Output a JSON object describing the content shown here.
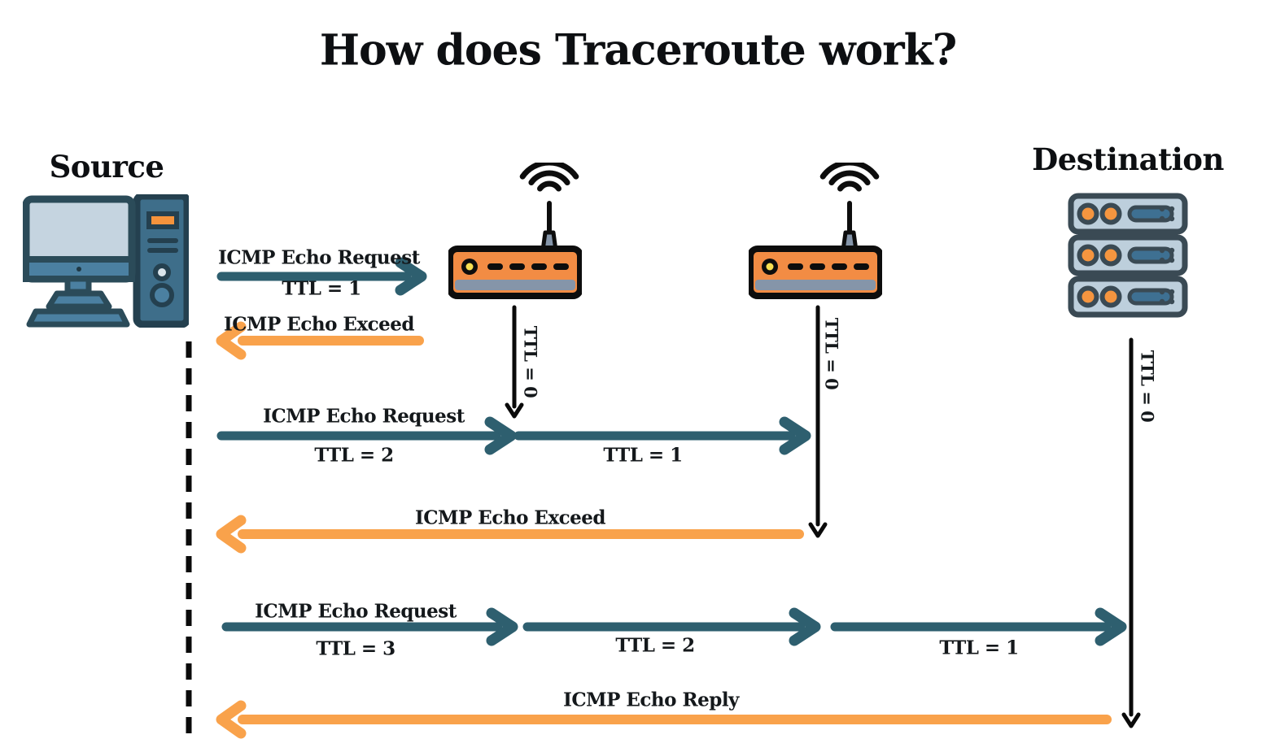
{
  "title": "How does Traceroute work?",
  "nodes": {
    "source": {
      "label": "Source",
      "icon": "desktop-computer-icon"
    },
    "router1": {
      "icon": "wifi-router-icon"
    },
    "router2": {
      "icon": "wifi-router-icon"
    },
    "destination": {
      "label": "Destination",
      "icon": "server-rack-icon"
    }
  },
  "exchanges": [
    {
      "probe": {
        "label": "ICMP Echo Request",
        "hops": [
          "TTL = 1"
        ]
      },
      "expire": {
        "at": "router-1",
        "label": "TTL = 0"
      },
      "response": {
        "label": "ICMP Echo Exceed"
      }
    },
    {
      "probe": {
        "label": "ICMP Echo Request",
        "hops": [
          "TTL = 2",
          "TTL = 1"
        ]
      },
      "expire": {
        "at": "router-2",
        "label": "TTL = 0"
      },
      "response": {
        "label": "ICMP Echo Exceed"
      }
    },
    {
      "probe": {
        "label": "ICMP Echo Request",
        "hops": [
          "TTL = 3",
          "TTL = 2",
          "TTL = 1"
        ]
      },
      "expire": {
        "at": "destination",
        "label": "TTL = 0"
      },
      "response": {
        "label": "ICMP Echo Reply"
      }
    }
  ],
  "colors": {
    "request_arrow": "#2E5F6F",
    "reply_arrow": "#F9A24B",
    "expire_arrow": "#0A0A0A",
    "router_body": "#F28C44",
    "device_blue": "#3E6E8A",
    "panel_blue": "#4B80A1",
    "screen_blue": "#C5D4E0",
    "accent_orange": "#F5933C",
    "outline_dark": "#24404F"
  }
}
